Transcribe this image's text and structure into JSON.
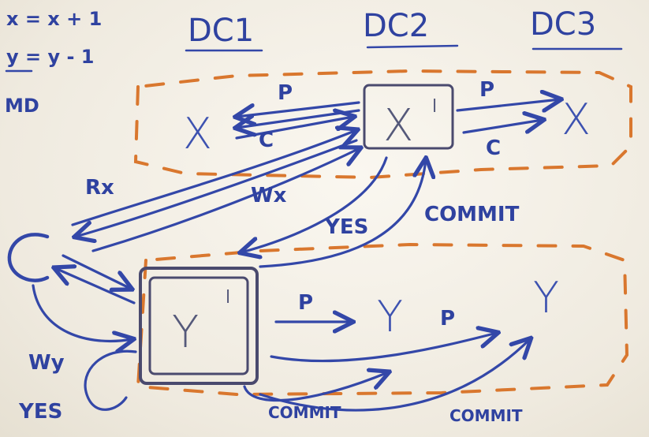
{
  "notes": {
    "line1": "x = x + 1",
    "line2": "y = y - 1",
    "line3": "MD"
  },
  "datacenters": {
    "dc1": "DC1",
    "dc2": "DC2",
    "dc3": "DC3"
  },
  "nodes": {
    "client": "C",
    "x_dc1": "X",
    "x_dc2": "X",
    "x_dc2_mark": "l",
    "x_dc3": "X",
    "y_dc1": "Y",
    "y_dc1_mark": "l",
    "y_dc2": "Y",
    "y_dc3": "Y"
  },
  "labels": {
    "x_p_left": "P",
    "x_c_left": "C",
    "x_p_right": "P",
    "x_c_right": "C",
    "rx": "Rx",
    "wx": "Wx",
    "yes_x": "YES",
    "commit_x": "COMMIT",
    "y_p_1": "P",
    "y_p_2": "P",
    "wy": "Wy",
    "yes_y": "YES",
    "commit_y_1": "COMMIT",
    "commit_y_2": "COMMIT"
  }
}
